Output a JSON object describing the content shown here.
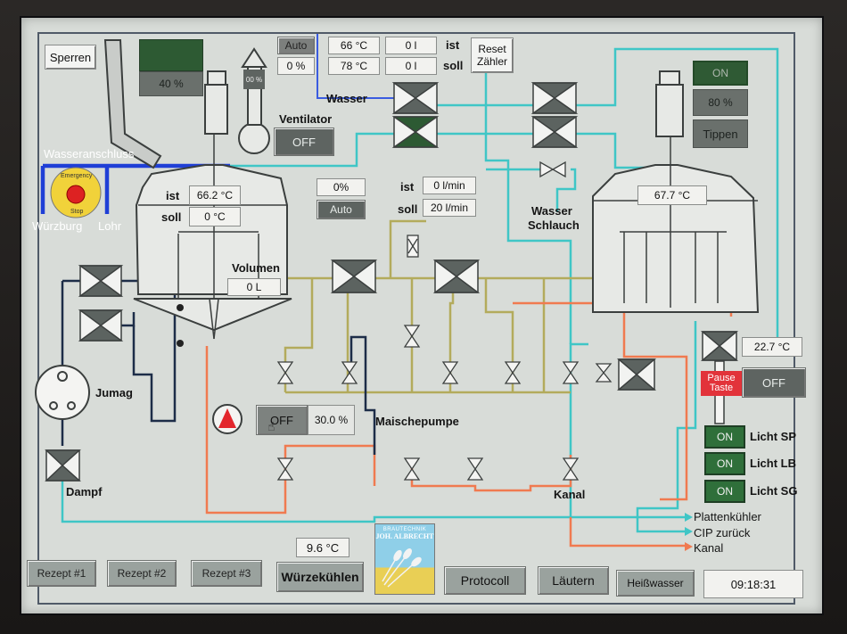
{
  "buttons": {
    "sperren": "Sperren",
    "reset": "Reset Zähler",
    "auto_top": "Auto",
    "auto_mid": "Auto",
    "ventilator_off": "OFF",
    "mix_off": "OFF",
    "right_off": "OFF",
    "tippen": "Tippen",
    "rezept1": "Rezept #1",
    "rezept2": "Rezept #2",
    "rezept3": "Rezept #3",
    "wuerzekuehlen": "Würzekühlen",
    "protocoll": "Protocoll",
    "laeutern": "Läutern",
    "heisswasser": "Heißwasser",
    "pause_taste": "Pause Taste",
    "emergency": "Emergency",
    "stop": "Stop"
  },
  "top": {
    "pct": "0 %",
    "temp_ist": "66 °C",
    "temp_soll": "78 °C",
    "vol_ist": "0 l",
    "vol_soll": "0 l",
    "ist": "ist",
    "soll": "soll"
  },
  "left_tank": {
    "dim_pct": "40 %",
    "ist_label": "ist",
    "soll_label": "soll",
    "ist": "66.2 °C",
    "soll": "0 °C",
    "volumen_label": "Volumen",
    "volumen": "0 L"
  },
  "mid": {
    "pct": "0%",
    "flow_ist_label": "ist",
    "flow_soll_label": "soll",
    "flow_ist": "0 l/min",
    "flow_soll": "20 l/min",
    "pump_pct": "30.0 %",
    "pump_label": "Maischepumpe",
    "vent_pct": "00 %"
  },
  "right_tank": {
    "on": "ON",
    "pct": "80 %",
    "temp": "67.7 °C",
    "temp2": "22.7 °C"
  },
  "labels": {
    "wasser": "Wasser",
    "ventilator": "Ventilator",
    "wasseranschluss": "Wasseranschluss",
    "wuerzburg": "Würzburg",
    "lohr": "Lohr",
    "jumag": "Jumag",
    "dampf": "Dampf",
    "wasser_schlauch_1": "Wasser",
    "wasser_schlauch_2": "Schlauch",
    "kanal_mid": "Kanal",
    "plattenkuehler": "Plattenkühler",
    "cip_zurueck": "CIP zurück",
    "kanal_out": "Kanal",
    "cool_temp": "9.6 °C",
    "clock": "09:18:31",
    "logo_line1": "BRAUTECHNIK",
    "logo_line2": "JOH. ALBRECHT"
  },
  "lights": [
    {
      "state": "ON",
      "label": "Licht SP"
    },
    {
      "state": "ON",
      "label": "Licht LB"
    },
    {
      "state": "ON",
      "label": "Licht SG"
    }
  ],
  "colors": {
    "pipe_blue": "#1f3fd6",
    "pipe_cyan": "#3fc6c6",
    "pipe_olive": "#b3ab5c",
    "pipe_orange": "#f07a50",
    "pipe_dark": "#1d2d48",
    "pump_red": "#e3262c",
    "light_green": "#2f6f3a"
  }
}
